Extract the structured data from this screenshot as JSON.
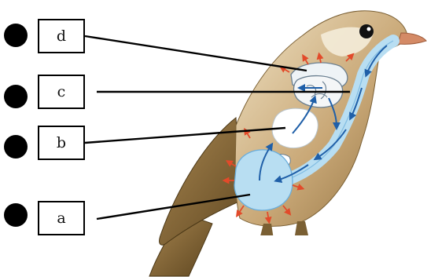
{
  "labels": {
    "d": "d",
    "c": "c",
    "b": "b",
    "a": "a"
  },
  "colors": {
    "bird_body": "#c9a877",
    "bird_light": "#efe2c4",
    "wing_dark": "#6e5428",
    "beak": "#d48a66",
    "air_sac": "#b8def2",
    "air_stroke": "#6aaedc",
    "arrow_blue": "#1f5fa8",
    "arrow_red": "#e24a2a"
  }
}
